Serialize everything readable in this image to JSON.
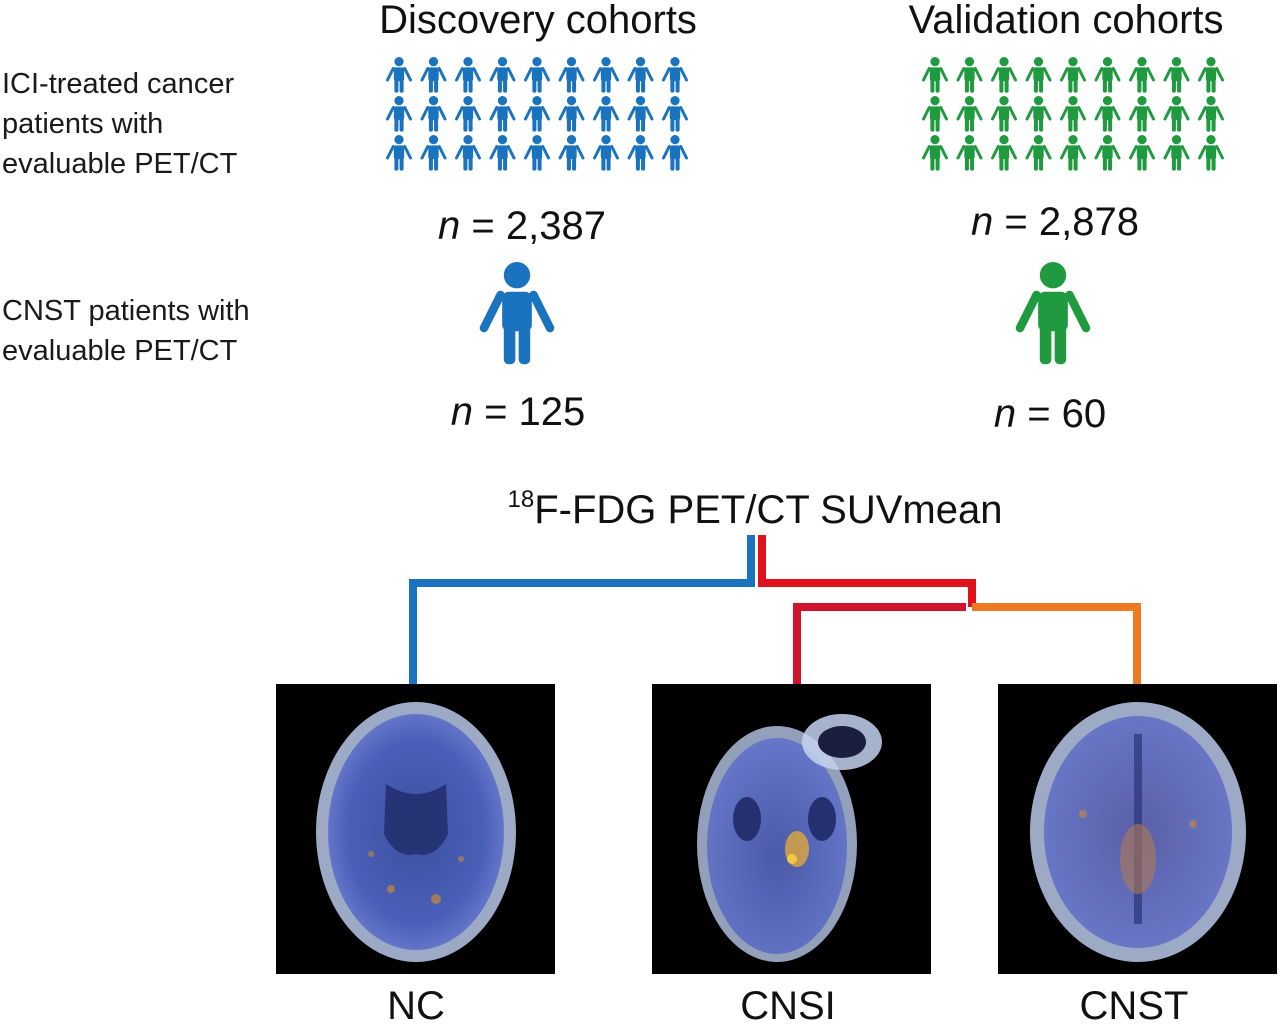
{
  "discovery": {
    "heading": "Discovery cohorts",
    "color": "#1a73be",
    "ici_n_prefix": "n",
    "ici_n_value": "= 2,387",
    "cnst_n_prefix": "n",
    "cnst_n_value": "= 125"
  },
  "validation": {
    "heading": "Validation cohorts",
    "color": "#1f9a3e",
    "ici_n_prefix": "n",
    "ici_n_value": "= 2,878",
    "cnst_n_prefix": "n",
    "cnst_n_value": "= 60"
  },
  "row_labels": {
    "ici_line1": "ICI-treated cancer",
    "ici_line2": "patients with",
    "ici_line3": "evaluable PET/CT",
    "cnst_line1": "CNST patients with",
    "cnst_line2": "evaluable PET/CT"
  },
  "metric": {
    "superscript": "18",
    "text": "F-FDG PET/CT SUVmean"
  },
  "branch_colors": {
    "nc": "#1a73be",
    "cnsi": "#d0142c",
    "cnst": "#ee7a22",
    "trunk_red": "#e0101c"
  },
  "scans": [
    {
      "label": "NC"
    },
    {
      "label": "CNSI"
    },
    {
      "label": "CNST"
    }
  ],
  "icon_grid": {
    "rows": 3,
    "cols": 9
  }
}
